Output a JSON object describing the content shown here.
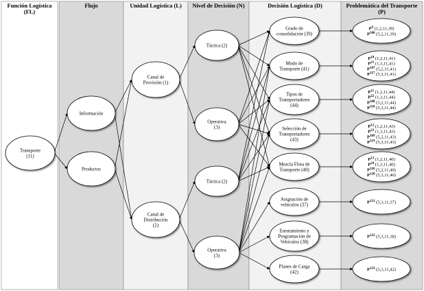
{
  "columns": [
    {
      "id": "fl",
      "title": [
        "Función Logística",
        "(FL)"
      ],
      "fill": "#ffffff"
    },
    {
      "id": "flujo",
      "title": [
        "Flujo"
      ],
      "fill": "#d9d9d9"
    },
    {
      "id": "ul",
      "title": [
        "Unidad Logística (L)"
      ],
      "fill": "#f2f2f2"
    },
    {
      "id": "nd",
      "title": [
        "Nivel de Decisión (N)"
      ],
      "fill": "#d9d9d9"
    },
    {
      "id": "dl",
      "title": [
        "Decisión Logística (D)"
      ],
      "fill": "#f2f2f2"
    },
    {
      "id": "pt",
      "title": [
        "Problemática del Transporte",
        "(P)"
      ],
      "fill": "#d9d9d9"
    }
  ],
  "nodes": [
    {
      "id": "transporte",
      "lines": [
        "Transporte",
        "(11)"
      ]
    },
    {
      "id": "informacion",
      "lines": [
        "Información"
      ]
    },
    {
      "id": "productos",
      "lines": [
        "Productos"
      ]
    },
    {
      "id": "provision",
      "lines": [
        "Canal de",
        "Provisión (1)"
      ]
    },
    {
      "id": "distribucion",
      "lines": [
        "Canal de",
        "Distribución",
        "(2)"
      ]
    },
    {
      "id": "tactica1",
      "lines": [
        "Táctica (2)"
      ]
    },
    {
      "id": "operativa1",
      "lines": [
        "Operativa",
        "(3)"
      ]
    },
    {
      "id": "tactica2",
      "lines": [
        "Táctica (2)"
      ]
    },
    {
      "id": "operativa2",
      "lines": [
        "Operativa",
        "(3)"
      ]
    },
    {
      "id": "d1",
      "lines": [
        "Grado de",
        "consolidación (39)"
      ]
    },
    {
      "id": "d2",
      "lines": [
        "Modo de",
        "Transporte (41)"
      ]
    },
    {
      "id": "d3",
      "lines": [
        "Tipos de",
        "Transportadores",
        "(44)"
      ]
    },
    {
      "id": "d4",
      "lines": [
        "Selección de",
        "Transportadores",
        "(43)"
      ]
    },
    {
      "id": "d5",
      "lines": [
        "Mezcla Flota de",
        "Transporte (40)"
      ]
    },
    {
      "id": "d6",
      "lines": [
        "Asignación de",
        "vehículos (37)"
      ]
    },
    {
      "id": "d7",
      "lines": [
        "Enrutamiento y",
        "Programación de",
        "Vehículos (38)"
      ]
    },
    {
      "id": "d8",
      "lines": [
        "Planes de Carga",
        "(42)"
      ]
    }
  ],
  "problems": [
    {
      "items": [
        {
          "sup": "9",
          "code": "(1,2,11,39)"
        },
        {
          "sup": "106",
          "code": "(5,2,11,39)"
        }
      ]
    },
    {
      "items": [
        {
          "sup": "10",
          "code": "(1,2,11,41)"
        },
        {
          "sup": "21",
          "code": "(1,3,11,41)"
        },
        {
          "sup": "107",
          "code": "(5,2,11,41)"
        },
        {
          "sup": "117",
          "code": "(5,3,11,41)"
        }
      ]
    },
    {
      "items": [
        {
          "sup": "11",
          "code": "(1,2,11,44)"
        },
        {
          "sup": "22",
          "code": "(1,3,11,44)"
        },
        {
          "sup": "108",
          "code": "(5,2,11,44)"
        },
        {
          "sup": "118",
          "code": "(5,3,11,44)"
        }
      ]
    },
    {
      "items": [
        {
          "sup": "12",
          "code": "(1,2,11,43)"
        },
        {
          "sup": "23",
          "code": "(1,3,11,43)"
        },
        {
          "sup": "109",
          "code": "(5,2,11,43)"
        },
        {
          "sup": "119",
          "code": "(5,3,11,43)"
        }
      ]
    },
    {
      "items": [
        {
          "sup": "13",
          "code": "(1,2,11,40)"
        },
        {
          "sup": "24",
          "code": "(1,3,11,40)"
        },
        {
          "sup": "110",
          "code": "(5,2,11,40)"
        },
        {
          "sup": "120",
          "code": "(5,3,11,40)"
        }
      ]
    },
    {
      "items": [
        {
          "sup": "121",
          "code": "(5,3,11,37)"
        }
      ]
    },
    {
      "items": [
        {
          "sup": "122",
          "code": "(5,3,11,38)"
        }
      ]
    },
    {
      "items": [
        {
          "sup": "123",
          "code": "(5,3,11,42)"
        }
      ]
    }
  ],
  "problem_prefix": "P",
  "edges": [
    [
      "transporte",
      "informacion"
    ],
    [
      "transporte",
      "productos"
    ],
    [
      "informacion",
      "provision"
    ],
    [
      "informacion",
      "distribucion"
    ],
    [
      "productos",
      "provision"
    ],
    [
      "productos",
      "distribucion"
    ],
    [
      "provision",
      "tactica1"
    ],
    [
      "provision",
      "operativa1"
    ],
    [
      "distribucion",
      "tactica2"
    ],
    [
      "distribucion",
      "operativa2"
    ],
    [
      "tactica1",
      "d1"
    ],
    [
      "tactica1",
      "d2"
    ],
    [
      "tactica1",
      "d3"
    ],
    [
      "tactica1",
      "d4"
    ],
    [
      "tactica1",
      "d5"
    ],
    [
      "operativa1",
      "d1"
    ],
    [
      "operativa1",
      "d2"
    ],
    [
      "operativa1",
      "d3"
    ],
    [
      "operativa1",
      "d4"
    ],
    [
      "operativa1",
      "d5"
    ],
    [
      "tactica2",
      "d1"
    ],
    [
      "tactica2",
      "d2"
    ],
    [
      "tactica2",
      "d3"
    ],
    [
      "tactica2",
      "d4"
    ],
    [
      "tactica2",
      "d5"
    ],
    [
      "operativa2",
      "d2"
    ],
    [
      "operativa2",
      "d3"
    ],
    [
      "operativa2",
      "d4"
    ],
    [
      "operativa2",
      "d5"
    ],
    [
      "operativa2",
      "d6"
    ],
    [
      "operativa2",
      "d7"
    ],
    [
      "operativa2",
      "d8"
    ],
    [
      "d1",
      "p0"
    ],
    [
      "d2",
      "p1"
    ],
    [
      "d3",
      "p2"
    ],
    [
      "d4",
      "p3"
    ],
    [
      "d5",
      "p4"
    ],
    [
      "d6",
      "p5"
    ],
    [
      "d7",
      "p6"
    ],
    [
      "d8",
      "p7"
    ]
  ],
  "colors": {
    "line": "#000000",
    "shade": "#d9d9d9",
    "light": "#f2f2f2",
    "border": "#808080"
  }
}
